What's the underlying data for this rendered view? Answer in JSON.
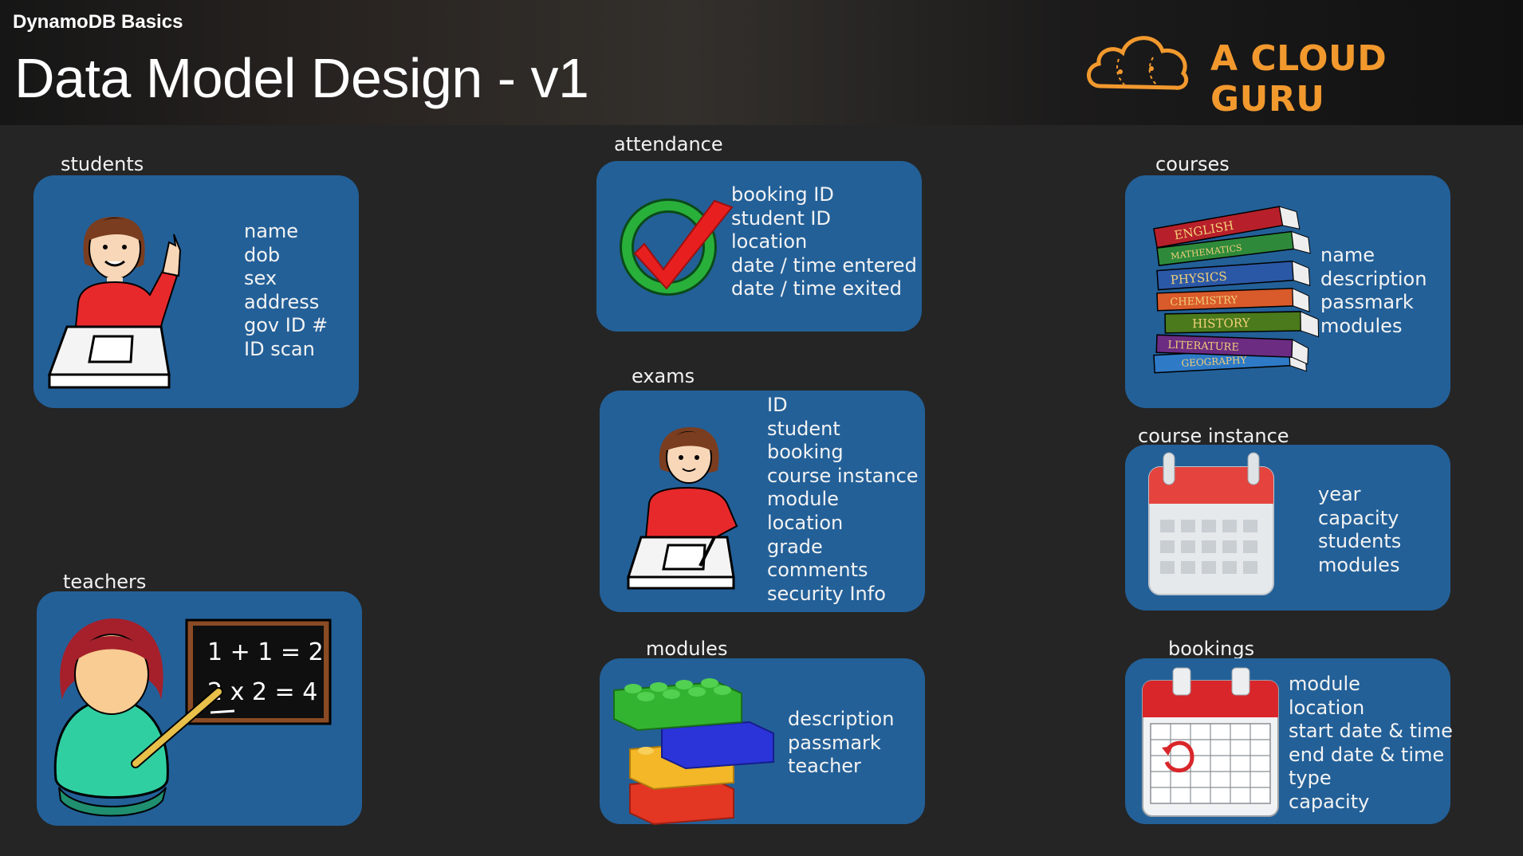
{
  "header": {
    "course": "DynamoDB Basics",
    "title": "Data Model Design - v1",
    "brand": "A CLOUD GURU"
  },
  "colors": {
    "card": "#236098",
    "background": "#252525",
    "brand": "#f2992e"
  },
  "entities": {
    "students": {
      "title": "students",
      "icon": "student-at-desk-icon",
      "fields": [
        "name",
        "dob",
        "sex",
        "address",
        "gov ID #",
        "ID scan"
      ]
    },
    "teachers": {
      "title": "teachers",
      "icon": "teacher-chalkboard-icon",
      "chalkboard": [
        "1 + 1 = 2",
        "2 x 2 = 4"
      ]
    },
    "attendance": {
      "title": "attendance",
      "icon": "checkmark-icon",
      "fields": [
        "booking ID",
        "student ID",
        "location",
        "date / time entered",
        "date / time exited"
      ]
    },
    "exams": {
      "title": "exams",
      "icon": "student-writing-icon",
      "fields": [
        "ID",
        "student",
        "booking",
        "course instance",
        "module",
        "location",
        "grade",
        "comments",
        "security Info"
      ]
    },
    "modules": {
      "title": "modules",
      "icon": "building-blocks-icon",
      "fields": [
        "description",
        "passmark",
        "teacher"
      ]
    },
    "courses": {
      "title": "courses",
      "icon": "book-stack-icon",
      "fields": [
        "name",
        "description",
        "passmark",
        "modules"
      ],
      "books": [
        "ENGLISH",
        "MATHEMATICS",
        "PHYSICS",
        "CHEMISTRY",
        "HISTORY",
        "LITERATURE",
        "GEOGRAPHY"
      ]
    },
    "course_instance": {
      "title": "course instance",
      "icon": "calendar-icon",
      "fields": [
        "year",
        "capacity",
        "students",
        "modules"
      ]
    },
    "bookings": {
      "title": "bookings",
      "icon": "calendar-booking-icon",
      "fields": [
        "module",
        "location",
        "start date & time",
        "end date & time",
        "type",
        "capacity"
      ]
    }
  }
}
